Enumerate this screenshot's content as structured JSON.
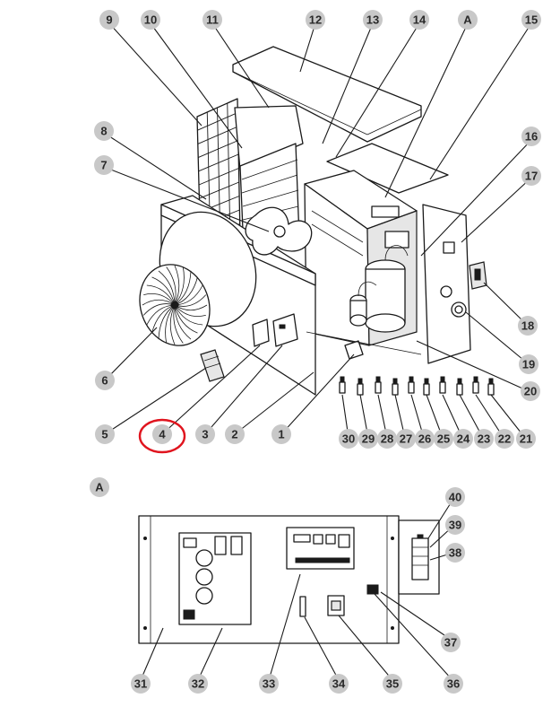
{
  "section_marker": "A",
  "highlighted_label": "4",
  "highlight_color": "#e0141e",
  "label_color": "#c8c8c8",
  "callouts_top": [
    {
      "id": "9",
      "text": "9"
    },
    {
      "id": "10",
      "text": "10"
    },
    {
      "id": "11",
      "text": "11"
    },
    {
      "id": "12",
      "text": "12"
    },
    {
      "id": "13",
      "text": "13"
    },
    {
      "id": "14",
      "text": "14"
    },
    {
      "id": "A",
      "text": "A"
    },
    {
      "id": "15",
      "text": "15"
    },
    {
      "id": "16",
      "text": "16"
    },
    {
      "id": "17",
      "text": "17"
    },
    {
      "id": "8",
      "text": "8"
    },
    {
      "id": "7",
      "text": "7"
    },
    {
      "id": "18",
      "text": "18"
    },
    {
      "id": "19",
      "text": "19"
    },
    {
      "id": "6",
      "text": "6"
    },
    {
      "id": "20",
      "text": "20"
    },
    {
      "id": "5",
      "text": "5"
    },
    {
      "id": "4",
      "text": "4"
    },
    {
      "id": "3",
      "text": "3"
    },
    {
      "id": "2",
      "text": "2"
    },
    {
      "id": "1",
      "text": "1"
    },
    {
      "id": "30",
      "text": "30"
    },
    {
      "id": "29",
      "text": "29"
    },
    {
      "id": "28",
      "text": "28"
    },
    {
      "id": "27",
      "text": "27"
    },
    {
      "id": "26",
      "text": "26"
    },
    {
      "id": "25",
      "text": "25"
    },
    {
      "id": "24",
      "text": "24"
    },
    {
      "id": "23",
      "text": "23"
    },
    {
      "id": "22",
      "text": "22"
    },
    {
      "id": "21",
      "text": "21"
    }
  ],
  "callouts_bottom": [
    {
      "id": "40",
      "text": "40"
    },
    {
      "id": "39",
      "text": "39"
    },
    {
      "id": "38",
      "text": "38"
    },
    {
      "id": "37",
      "text": "37"
    },
    {
      "id": "36",
      "text": "36"
    },
    {
      "id": "35",
      "text": "35"
    },
    {
      "id": "34",
      "text": "34"
    },
    {
      "id": "33",
      "text": "33"
    },
    {
      "id": "32",
      "text": "32"
    },
    {
      "id": "31",
      "text": "31"
    }
  ]
}
